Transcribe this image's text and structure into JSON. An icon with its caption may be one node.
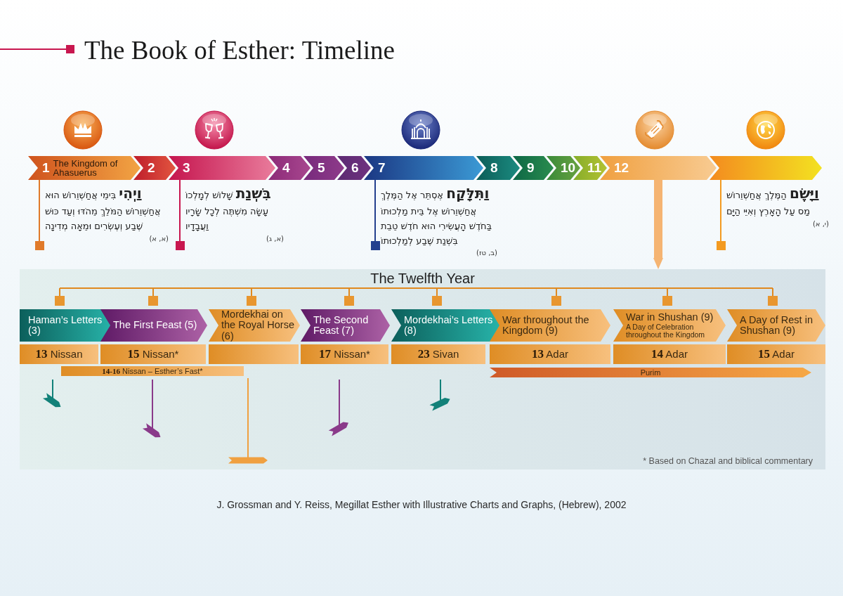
{
  "diagram": {
    "title": "The Book of Esther: Timeline",
    "caption": "J. Grossman and Y. Reiss, Megillat Esther with Illustrative Charts and Graphs, (Hebrew), 2002",
    "nodes": [
      {
        "text": [
          "**1** The Kingdom of Ahasuerus"
        ],
        "beside": [
          "**וַיְהִי** בִּימֵי אֲחַשְׁוֵרוֹשׁ הוּא אֲחַשְׁוֵרוֹשׁ הַמֹּלֵךְ מֵהֹדּוּ וְעַד כּוּשׁ שֶׁבַע וְעֶשְׂרִים וּמֵאָה מְדִינָה",
          "(א, א)"
        ]
      },
      {
        "text": [
          "2"
        ]
      },
      {
        "text": [
          "3"
        ],
        "beside": [
          "**בִּשְׁנַת** שָׁלוֹשׁ לְמָלְכוֹ עָשָׂה מִשְׁתֶּה לְכָל שָׂרָיו וַעֲבָדָיו",
          "(א, ג)"
        ]
      },
      {
        "text": [
          "4"
        ]
      },
      {
        "text": [
          "5"
        ]
      },
      {
        "text": [
          "6"
        ]
      },
      {
        "text": [
          "7"
        ],
        "beside": [
          "**וַתִּלָּקַח** אֶסְתֵּר אֶל הַמֶּלֶךְ אֲחַשְׁוֵרוֹשׁ אֶל בֵּית מַלְכוּתוֹ בַּחֹדֶשׁ הָעֲשִׂירִי הוּא חֹדֶשׁ טֵבֵת בִּשְׁנַת שֶׁבַע לְמַלְכוּתוֹ",
          "(ב, טז)"
        ]
      },
      {
        "text": [
          "8"
        ]
      },
      {
        "text": [
          "9"
        ]
      },
      {
        "text": [
          "10"
        ]
      },
      {
        "text": [
          "11"
        ]
      },
      {
        "text": [
          "12"
        ]
      },
      {
        "text": [],
        "shape": "chevron",
        "beside": [
          "**וַיָּשֶׂם** הַמֶּלֶךְ אֲחַשְׁוֵרוֹשׁ מַס עַל הָאָרֶץ וְאִיֵּי הַיָּם",
          "(י, א)"
        ]
      },
      {
        "text": [
          "The Twelfth Year"
        ]
      },
      {
        "text": [
          "Haman’s Letters (3)"
        ],
        "in": 13
      },
      {
        "text": [
          "The First Feast (5)"
        ],
        "in": 13
      },
      {
        "text": [
          "Mordekhai on the Royal Horse (6)"
        ],
        "in": 13
      },
      {
        "text": [
          "The Second Feast (7)"
        ],
        "in": 13
      },
      {
        "text": [
          "Mordekhai’s Letters (8)"
        ],
        "in": 13
      },
      {
        "text": [
          "War throughout the Kingdom (9)"
        ],
        "in": 13
      },
      {
        "text": [
          "War in Shushan (9)",
          "A Day of Celebration throughout the Kingdom"
        ],
        "in": 13
      },
      {
        "text": [
          "A Day of Rest in Shushan (9)"
        ],
        "in": 13
      },
      {
        "text": [
          "**13** Nissan"
        ],
        "in": 13
      },
      {
        "text": [
          "**15** Nissan*"
        ],
        "in": 13
      },
      {
        "text": [],
        "shape": "bar",
        "in": 13
      },
      {
        "text": [
          "**17** Nissan*"
        ],
        "in": 13
      },
      {
        "text": [
          "**23** Sivan"
        ],
        "in": 13
      },
      {
        "text": [
          "**13** Adar"
        ],
        "in": 13
      },
      {
        "text": [
          "**14** Adar"
        ],
        "in": 13
      },
      {
        "text": [
          "**15** Adar"
        ],
        "in": 13
      },
      {
        "text": [
          "**14-16** Nissan – Esther’s Fast*"
        ],
        "in": 13
      },
      {
        "text": [
          "Purim"
        ],
        "in": 13
      }
    ],
    "edges": [
      {
        "from": 11,
        "to": 13,
        "arrow": "to"
      }
    ],
    "labels": [
      "* Based on Chazal and biblical commentary"
    ]
  }
}
